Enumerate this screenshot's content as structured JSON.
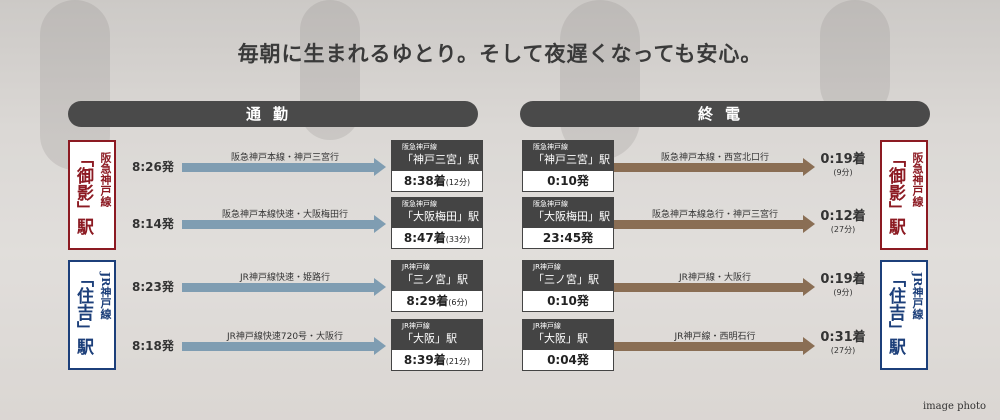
{
  "headline": "毎朝に生まれるゆとり。そして夜遅くなっても安心。",
  "sections": {
    "commute": "通勤",
    "last_train": "終電"
  },
  "stations": {
    "mikage": {
      "line": "阪急神戸線",
      "name": "「御影」駅"
    },
    "sumiyoshi": {
      "line": "JR神戸線",
      "name": "「住吉」駅"
    }
  },
  "commute": [
    {
      "depart": "8:26発",
      "route": "阪急神戸本線・神戸三宮行",
      "card_line": "阪急神戸線",
      "card_station": "「神戸三宮」駅",
      "arrive": "8:38着",
      "minutes": "(12分)"
    },
    {
      "depart": "8:14発",
      "route": "阪急神戸本線快速・大阪梅田行",
      "card_line": "阪急神戸線",
      "card_station": "「大阪梅田」駅",
      "arrive": "8:47着",
      "minutes": "(33分)"
    },
    {
      "depart": "8:23発",
      "route": "JR神戸線快速・姫路行",
      "card_line": "JR神戸線",
      "card_station": "「三ノ宮」駅",
      "arrive": "8:29着",
      "minutes": "(6分)"
    },
    {
      "depart": "8:18発",
      "route": "JR神戸線快速720号・大阪行",
      "card_line": "JR神戸線",
      "card_station": "「大阪」駅",
      "arrive": "8:39着",
      "minutes": "(21分)"
    }
  ],
  "last_trains": [
    {
      "card_line": "阪急神戸線",
      "card_station": "「神戸三宮」駅",
      "depart": "0:10発",
      "route": "阪急神戸本線・西宮北口行",
      "arrive": "0:19着",
      "minutes": "(9分)"
    },
    {
      "card_line": "阪急神戸線",
      "card_station": "「大阪梅田」駅",
      "depart": "23:45発",
      "route": "阪急神戸本線急行・神戸三宮行",
      "arrive": "0:12着",
      "minutes": "(27分)"
    },
    {
      "card_line": "JR神戸線",
      "card_station": "「三ノ宮」駅",
      "depart": "0:10発",
      "route": "JR神戸線・大阪行",
      "arrive": "0:19着",
      "minutes": "(9分)"
    },
    {
      "card_line": "JR神戸線",
      "card_station": "「大阪」駅",
      "depart": "0:04発",
      "route": "JR神戸線・西明石行",
      "arrive": "0:31着",
      "minutes": "(27分)"
    }
  ],
  "caption": "image photo",
  "colors": {
    "hankyu": "#8c1a22",
    "jr": "#1c3f7a",
    "commute_arrow": "#7f9db2",
    "last_arrow": "#8a6e54"
  }
}
